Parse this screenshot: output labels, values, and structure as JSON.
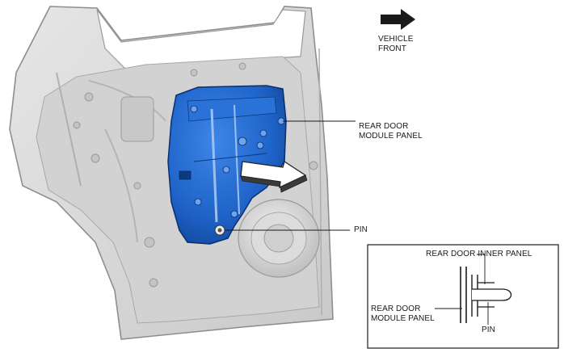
{
  "direction_indicator": {
    "line1": "VEHICLE",
    "line2": "FRONT"
  },
  "callouts": {
    "module_panel": {
      "line1": "REAR DOOR",
      "line2": "MODULE PANEL"
    },
    "pin": "PIN"
  },
  "detail_inset": {
    "inner_panel": "REAR DOOR INNER PANEL",
    "module_panel": {
      "line1": "REAR DOOR",
      "line2": "MODULE PANEL"
    },
    "pin": "PIN"
  },
  "colors": {
    "module_panel_fill": "#1f63c9",
    "door_fill": "#dcdcdc",
    "door_outline": "#9a9a9a"
  }
}
